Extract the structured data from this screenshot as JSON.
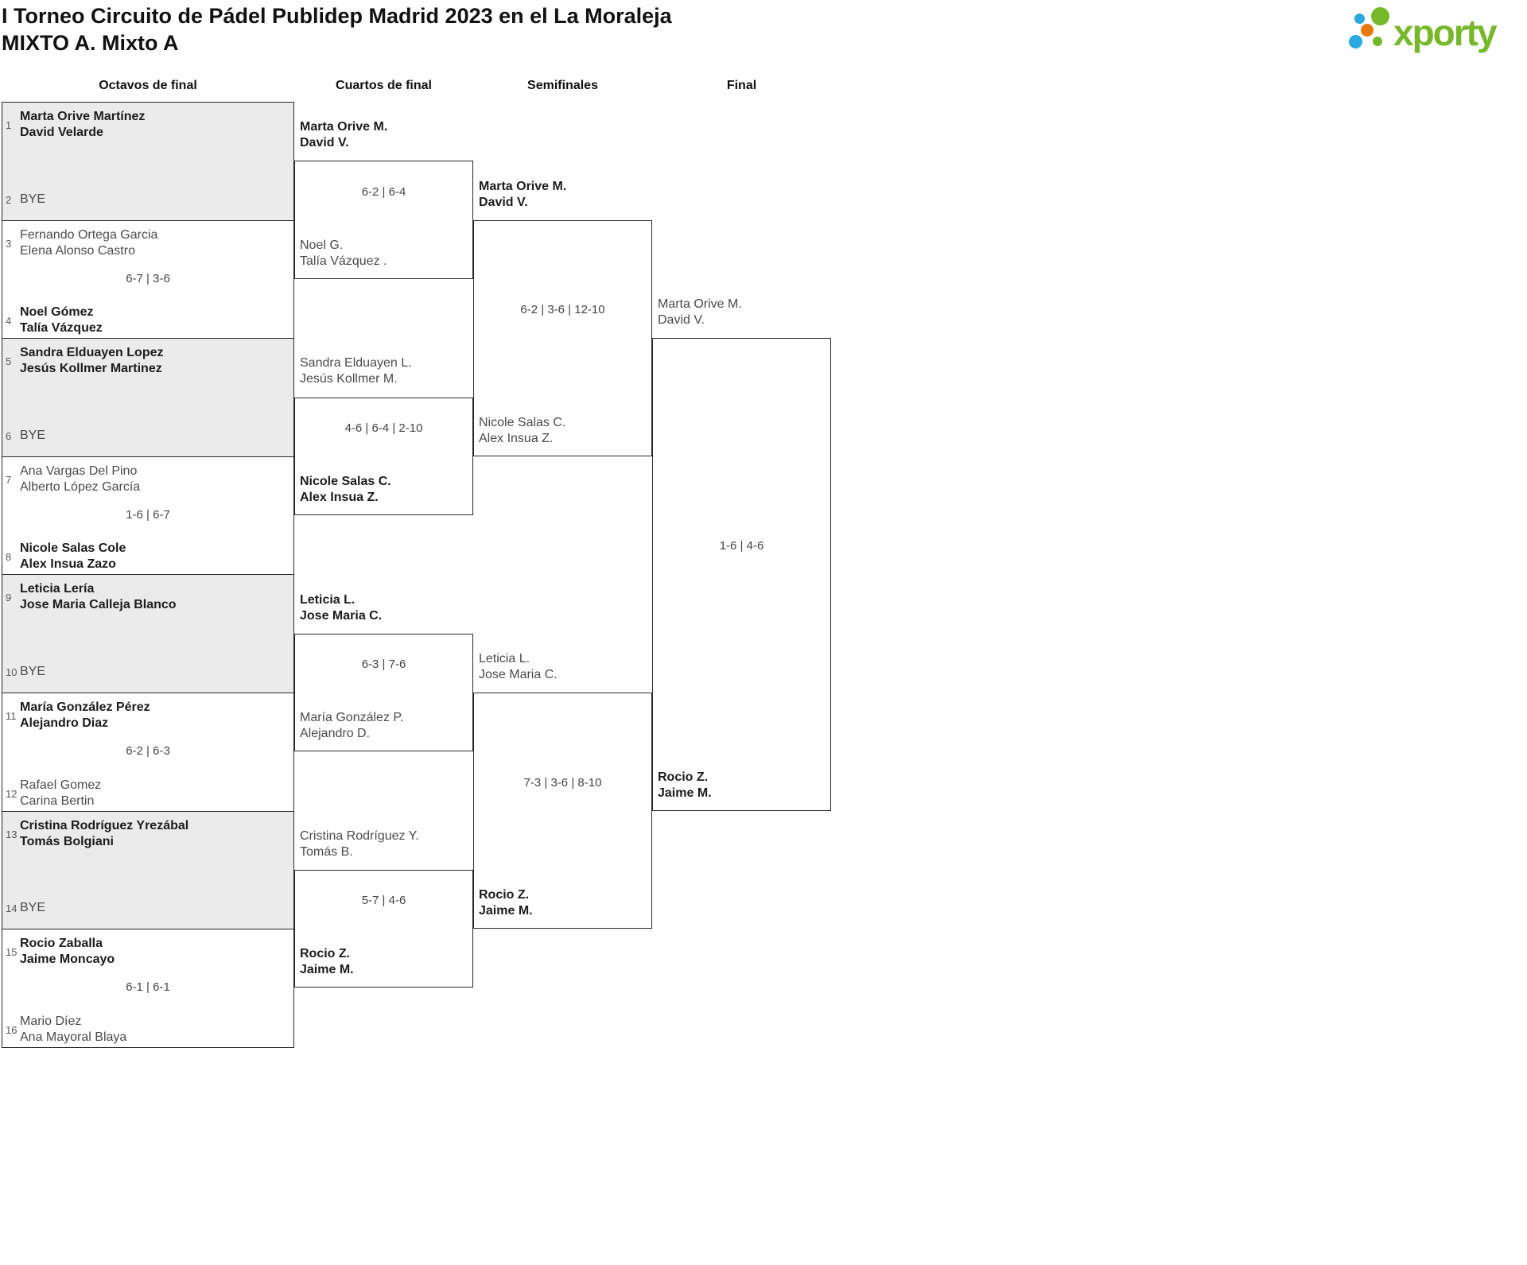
{
  "header": {
    "title": "I Torneo Circuito de Pádel Publidep Madrid 2023 en el La Moraleja",
    "subtitle": "MIXTO A. Mixto A"
  },
  "logo": {
    "text": "xporty",
    "green": "#76b82a",
    "blue": "#2aa9e0",
    "orange": "#e9790e"
  },
  "columns": {
    "r16": "Octavos de final",
    "qf": "Cuartos de final",
    "sf": "Semifinales",
    "final": "Final"
  },
  "r16": {
    "seeds": [
      {
        "n": "1",
        "a": "Marta Orive Martínez",
        "b": "David Velarde"
      },
      {
        "n": "2",
        "a": "BYE"
      },
      {
        "n": "3",
        "a": "Fernando Ortega Garcia",
        "b": "Elena Alonso Castro"
      },
      {
        "n": "4",
        "a": "Noel Gómez",
        "b": "Talía Vázquez"
      },
      {
        "n": "5",
        "a": "Sandra Elduayen Lopez",
        "b": "Jesús Kollmer Martinez"
      },
      {
        "n": "6",
        "a": "BYE"
      },
      {
        "n": "7",
        "a": "Ana Vargas Del Pino",
        "b": "Alberto López García"
      },
      {
        "n": "8",
        "a": "Nicole Salas Cole",
        "b": "Alex Insua Zazo"
      },
      {
        "n": "9",
        "a": "Leticia Lería",
        "b": "Jose Maria Calleja Blanco"
      },
      {
        "n": "10",
        "a": "BYE"
      },
      {
        "n": "11",
        "a": "María González Pérez",
        "b": "Alejandro Diaz"
      },
      {
        "n": "12",
        "a": "Rafael Gomez",
        "b": "Carina Bertin"
      },
      {
        "n": "13",
        "a": "Cristina Rodríguez Yrezábal",
        "b": "Tomás Bolgiani"
      },
      {
        "n": "14",
        "a": "BYE"
      },
      {
        "n": "15",
        "a": "Rocio Zaballa",
        "b": "Jaime Moncayo"
      },
      {
        "n": "16",
        "a": "Mario Díez",
        "b": "Ana Mayoral Blaya"
      }
    ],
    "scores": [
      "6-7 | 3-6",
      "1-6 | 6-7",
      "6-2 | 6-3",
      "6-1 | 6-1"
    ]
  },
  "qf": {
    "teams": [
      {
        "a": "Marta Orive M.",
        "b": "David V."
      },
      {
        "a": "Noel G.",
        "b": "Talía Vázquez ."
      },
      {
        "a": "Sandra Elduayen L.",
        "b": "Jesús Kollmer M."
      },
      {
        "a": "Nicole Salas C.",
        "b": "Alex Insua Z."
      },
      {
        "a": "Leticia L.",
        "b": "Jose Maria C."
      },
      {
        "a": "María González P.",
        "b": "Alejandro D."
      },
      {
        "a": "Cristina Rodríguez Y.",
        "b": "Tomás B."
      },
      {
        "a": "Rocio Z.",
        "b": "Jaime M."
      }
    ],
    "scores": [
      "6-2 | 6-4",
      "4-6 | 6-4 | 2-10",
      "6-3 | 7-6",
      "5-7 | 4-6"
    ]
  },
  "sf": {
    "teams": [
      {
        "a": "Marta Orive M.",
        "b": "David V."
      },
      {
        "a": "Nicole Salas C.",
        "b": "Alex Insua Z."
      },
      {
        "a": "Leticia L.",
        "b": "Jose Maria C."
      },
      {
        "a": "Rocio Z.",
        "b": "Jaime M."
      }
    ],
    "scores": [
      "6-2 | 3-6 | 12-10",
      "7-3 | 3-6 | 8-10"
    ]
  },
  "final": {
    "teams": [
      {
        "a": "Marta Orive M.",
        "b": "David V."
      },
      {
        "a": "Rocio Z.",
        "b": "Jaime M."
      }
    ],
    "score": "1-6 | 4-6"
  }
}
